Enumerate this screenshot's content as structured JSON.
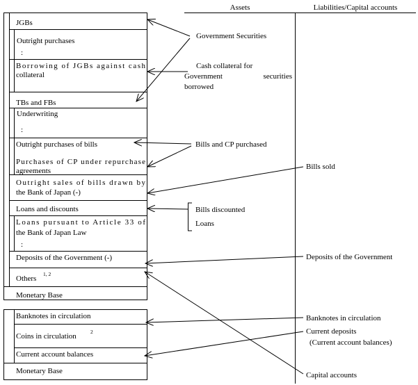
{
  "header": {
    "assets": "Assets",
    "liabilities": "Liabilities/Capital accounts"
  },
  "sources_block": {
    "jgbs": "JGBs",
    "outright_purchases": "Outright purchases",
    "dots_1": ":",
    "borrowing_line1": "Borrowing of JGBs against cash",
    "borrowing_line2": "collateral",
    "tbs_fbs": "TBs and FBs",
    "underwriting": "Underwriting",
    "dots_2": ":",
    "outright_purchases_bills": "Outright purchases of bills",
    "purchases_cp_line1": "Purchases of CP under repurchase",
    "purchases_cp_line2": "agreements",
    "outright_sales_line1": "Outright sales of bills drawn by",
    "outright_sales_line2": "the Bank of Japan (-)",
    "loans_discounts": "Loans and discounts",
    "loans_article_line1": "Loans pursuant to Article 33 of",
    "loans_article_line2": "the Bank of Japan Law",
    "dots_3": ":",
    "deposits_government": "Deposits of the Government (-)",
    "others": "Others",
    "others_sup": "1, 2",
    "monetary_base": "Monetary Base"
  },
  "uses_block": {
    "banknotes": "Banknotes in circulation",
    "coins": "Coins in circulation",
    "coins_sup": "2",
    "current_account": "Current account balances",
    "monetary_base": "Monetary Base"
  },
  "account_labels": {
    "government_securities": "Government Securities",
    "cash_collateral_line1": "Cash collateral for",
    "cash_collateral_line2a": "Government",
    "cash_collateral_line2b": "securities",
    "cash_collateral_line3": "borrowed",
    "bills_cp_purchased": "Bills and CP purchased",
    "bills_sold": "Bills sold",
    "bills_discounted": "Bills discounted",
    "loans": "Loans",
    "deposits_government": "Deposits of the Government",
    "banknotes": "Banknotes in circulation",
    "current_deposits_line1": "Current deposits",
    "current_deposits_line2": "(Current account balances)",
    "capital_accounts": "Capital accounts"
  },
  "colors": {
    "line": "#000000",
    "text": "#000000",
    "background": "#ffffff"
  }
}
